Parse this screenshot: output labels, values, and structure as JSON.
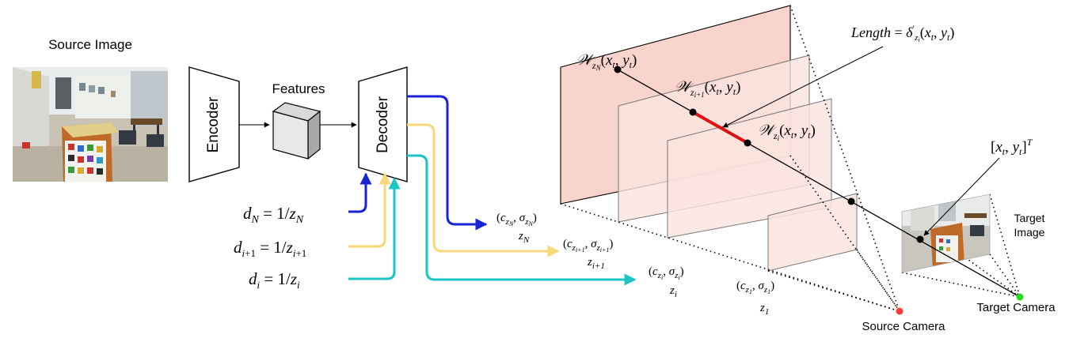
{
  "labels": {
    "source_image": "Source Image",
    "encoder": "Encoder",
    "features": "Features",
    "decoder": "Decoder",
    "target_image_line1": "Target",
    "target_image_line2": "Image",
    "source_camera": "Source Camera",
    "target_camera": "Target Camera"
  },
  "math": {
    "d_n": "d_N = 1/z_N",
    "d_i1": "d_{i+1} = 1/z_{i+1}",
    "d_i": "d_i = 1/z_i",
    "c_zN": "(c_{z_N}, σ_{z_N})",
    "z_N": "z_N",
    "c_zi1": "(c_{z_{i+1}}, σ_{z_{i+1}})",
    "z_i1": "z_{i+1}",
    "c_zi": "(c_{z_i}, σ_{z_i})",
    "z_i": "z_i",
    "c_z1": "(c_{z_1}, σ_{z_1})",
    "z_1": "z_1",
    "W_zN": "W_{z_N}(x_t, y_t)",
    "W_zi1": "W_{z_{i+1}}(x_t, y_t)",
    "W_zi": "W_{z_i}(x_t, y_t)",
    "length": "Length = δ'_{z_i}(x_t, y_t)",
    "xy_t": "[x_t, y_t]^T"
  },
  "colors": {
    "blue": "#1a22d6",
    "yellow": "#f7d77a",
    "cyan": "#1cc4c4",
    "red_seg": "#e01010",
    "plane_fill": "#f9d4cc",
    "plane_fill_light": "#fbe4de",
    "source_cam": "#ff3b3b",
    "target_cam": "#22dd22"
  }
}
